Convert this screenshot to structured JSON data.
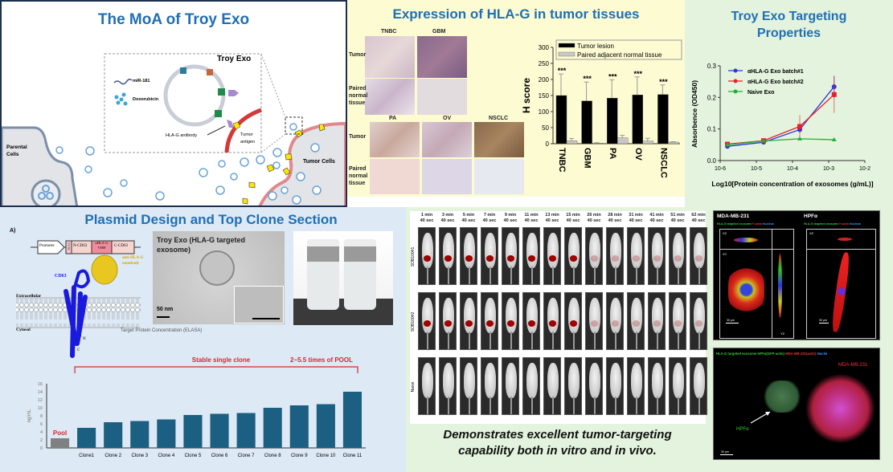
{
  "moa": {
    "title": "The MoA of Troy Exo",
    "inset_title": "Troy Exo",
    "mir": "miR-181",
    "dox": "Doxorubicin",
    "antibody": "HLA-G antibody",
    "antigen_1": "Tumor",
    "antigen_2": "antigen",
    "parental_1": "Parental",
    "parental_2": "Cells",
    "tumor_cells": "Tumor Cells"
  },
  "hla": {
    "title": "Expression of HLA-G in tumor tissues",
    "cols_top": [
      "TNBC",
      "GBM"
    ],
    "cols_bottom": [
      "PA",
      "OV",
      "NSCLC"
    ],
    "row_tumor": "Tumor",
    "row_normal_1": "Paired",
    "row_normal_2": "normal",
    "row_normal_3": "tissue"
  },
  "tgt": {
    "title_1": "Troy Exo Targeting",
    "title_2": "Properties"
  },
  "plasmid": {
    "title": "Plasmid Design and Top Clone Section",
    "panel_letter": "A)",
    "promoter": "Promoter",
    "utr": "5'UTR",
    "ncd63": "N-CD63",
    "vhh_1": "αHLA-G",
    "vhh_2": "VHH",
    "ccd63": "C-CD63",
    "nanobody_1": "anti-HLA-G",
    "nanobody_2": "nanobody",
    "cd63": "CD63",
    "extracellular": "Extracellular",
    "cytosol": "Cytosol",
    "n_term": "N",
    "c_term": "C",
    "em_title_1": "Troy Exo (HLA-G targeted",
    "em_title_2": "exosome)",
    "scale": "50 nm",
    "elasa": "Target Protein Concentration (ELASA)"
  },
  "mice": {
    "times": [
      [
        "1 min",
        "40 sec"
      ],
      [
        "3 min",
        "40 sec"
      ],
      [
        "5 min",
        "40 sec"
      ],
      [
        "7 min",
        "40 sec"
      ],
      [
        "9 min",
        "40 sec"
      ],
      [
        "11 min",
        "40 sec"
      ],
      [
        "13 min",
        "40 sec"
      ],
      [
        "15 min",
        "40 sec"
      ],
      [
        "26 min",
        "40 sec"
      ],
      [
        "28 min",
        "40 sec"
      ],
      [
        "31 min",
        "40 sec"
      ],
      [
        "41 min",
        "40 sec"
      ],
      [
        "51 min",
        "40 sec"
      ],
      [
        "62 min",
        "40 sec"
      ]
    ],
    "rows": [
      "SOB100#1",
      "SOB100#2",
      "Naive"
    ],
    "caption_1": "Demonstrates excellent tumor-targeting",
    "caption_2": "capability both in vitro and in vivo."
  },
  "micro": {
    "cell1": "MDA-MB-231",
    "cell2": "HPFα",
    "legend_green": "HLA-G targeted exosome",
    "legend_red": "F-actin",
    "legend_blue": "Nucleus",
    "xz": "XZ",
    "xy": "XY",
    "yz": "YZ",
    "scale": "30 µm",
    "co_green": "HLA-G targeted exosome HPFα(GFP-actin)",
    "co_red": "MDA-MB-231(actin)",
    "co_blue": "Nuclei",
    "co_label_red": "MDA-MB-231",
    "co_label_green": "HPFα"
  },
  "chart_data": [
    {
      "type": "bar",
      "title": "",
      "ylabel": "H score",
      "ylim": [
        0,
        300
      ],
      "yticks": [
        0,
        50,
        100,
        150,
        200,
        250,
        300
      ],
      "categories": [
        "TNBC",
        "GBM",
        "PA",
        "OV",
        "NSCLC"
      ],
      "series": [
        {
          "name": "Tumor lesion",
          "color": "#000000",
          "values": [
            150,
            133,
            142,
            152,
            153
          ],
          "errors": [
            67,
            59,
            57,
            56,
            30
          ]
        },
        {
          "name": "Paired adjacent normal tissue",
          "color": "#c8c8c8",
          "values": [
            9,
            2,
            18,
            8,
            5
          ],
          "errors": [
            7,
            1,
            8,
            9,
            1
          ]
        }
      ],
      "annotations": [
        "***",
        "***",
        "***",
        "***",
        "***"
      ],
      "legend": "top-right"
    },
    {
      "type": "line",
      "title": "",
      "xlabel": "Log10[Protein concentration of exosomes (g/mL)]",
      "ylabel": "Absorbence (OD450)",
      "xscale": "log",
      "xlim_exp": [
        -6,
        -2
      ],
      "xtick_labels": [
        "10-6",
        "10-5",
        "10-4",
        "10-3",
        "10-2"
      ],
      "ylim": [
        0,
        0.3
      ],
      "yticks": [
        "0.0",
        "0.1",
        "0.2",
        "0.3"
      ],
      "x_exp": [
        -5.8,
        -4.8,
        -3.8,
        -2.85
      ],
      "series": [
        {
          "name": "αHLA-G Exo batch#1",
          "color": "#2f35e0",
          "marker": "circle",
          "values": [
            0.045,
            0.058,
            0.098,
            0.234
          ],
          "errors": [
            0.004,
            0.003,
            0.01,
            0.035
          ]
        },
        {
          "name": "αHLA-G Exo batch#2",
          "color": "#e8202a",
          "marker": "square",
          "values": [
            0.052,
            0.063,
            0.108,
            0.209
          ],
          "errors": [
            0.005,
            0.004,
            0.036,
            0.058
          ]
        },
        {
          "name": "Naive Exo",
          "color": "#22b03a",
          "marker": "triangle",
          "values": [
            0.05,
            0.062,
            0.069,
            0.066
          ],
          "errors": [
            0,
            0,
            0,
            0
          ]
        }
      ],
      "legend": "top-left"
    },
    {
      "type": "bar",
      "title": "",
      "ylabel": "ng/mL",
      "ylim": [
        0,
        16
      ],
      "yticks": [
        0,
        2,
        4,
        6,
        8,
        10,
        12,
        14,
        16
      ],
      "categories": [
        "",
        "Clone1",
        "Clone 2",
        "Clone 3",
        "Clone 4",
        "Clone 5",
        "Clone 6",
        "Clone 7",
        "Clone 8",
        "Clone 9",
        "Clone 10",
        "Clone 11"
      ],
      "values": [
        2.4,
        5,
        6.4,
        6.7,
        7.1,
        8.2,
        8.5,
        8.7,
        10,
        10.6,
        10.9,
        14
      ],
      "colors": [
        "#808080",
        "#1b5f82"
      ],
      "annotations": {
        "pool": "Pool",
        "bracket": "Stable single clone",
        "fold": "2~5.5 times of POOL"
      }
    }
  ]
}
